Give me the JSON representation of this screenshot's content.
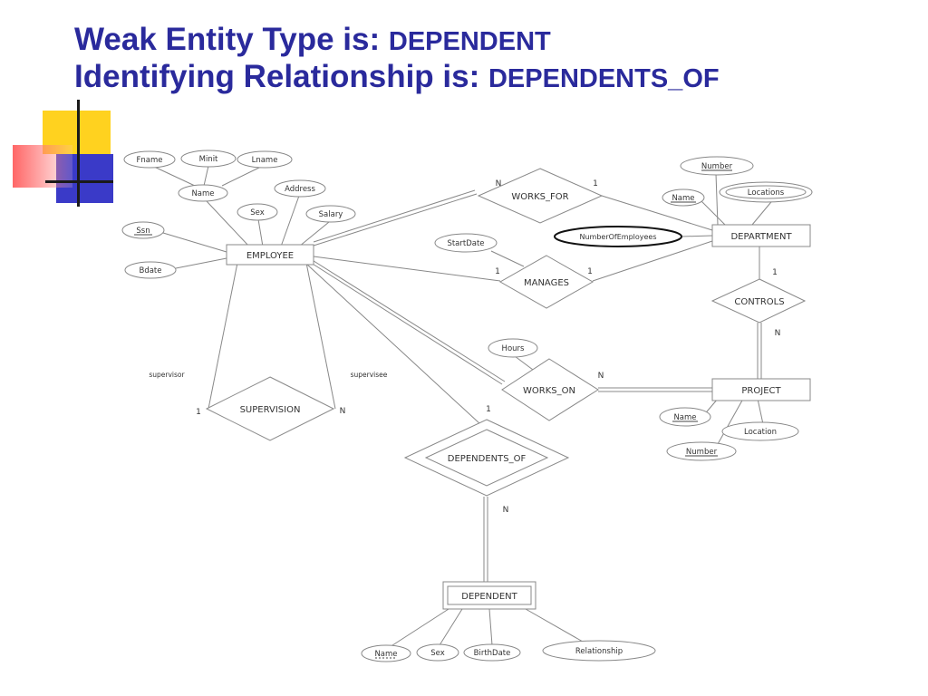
{
  "slide": {
    "title_line1_label": "Weak Entity Type is:",
    "title_line1_value": "DEPENDENT",
    "title_line2_label": "Identifying Relationship is:",
    "title_line2_value": "DEPENDENTS_OF",
    "title_color": "#2a2a9c"
  },
  "decoration": {
    "colors": [
      "#ffd21f",
      "#3a3ac8",
      "#ff6666",
      "#1a1a1a"
    ]
  },
  "diagram": {
    "entities": {
      "employee": "EMPLOYEE",
      "department": "DEPARTMENT",
      "project": "PROJECT",
      "dependent": "DEPENDENT"
    },
    "relationships": {
      "works_for": "WORKS_FOR",
      "manages": "MANAGES",
      "works_on": "WORKS_ON",
      "controls": "CONTROLS",
      "supervision": "SUPERVISION",
      "dependents_of": "DEPENDENTS_OF"
    },
    "attributes": {
      "fname": "Fname",
      "minit": "Minit",
      "lname": "Lname",
      "name": "Name",
      "address": "Address",
      "sex": "Sex",
      "salary": "Salary",
      "ssn": "Ssn",
      "bdate": "Bdate",
      "dept_number": "Number",
      "dept_name": "Name",
      "locations": "Locations",
      "num_employees": "NumberOfEmployees",
      "start_date": "StartDate",
      "hours": "Hours",
      "proj_name": "Name",
      "proj_location": "Location",
      "proj_number": "Number",
      "dep_name": "Name",
      "dep_sex": "Sex",
      "birth_date": "BirthDate",
      "relationship": "Relationship"
    },
    "cardinalities": {
      "works_for_emp": "N",
      "works_for_dept": "1",
      "manages_emp": "1",
      "manages_dept": "1",
      "controls_dept": "1",
      "controls_proj": "N",
      "works_on_proj": "N",
      "supervision_1": "1",
      "supervision_n": "N",
      "dependents_of_emp": "1",
      "dependents_of_dep": "N"
    },
    "roles": {
      "supervisor": "supervisor",
      "supervisee": "supervisee"
    }
  }
}
